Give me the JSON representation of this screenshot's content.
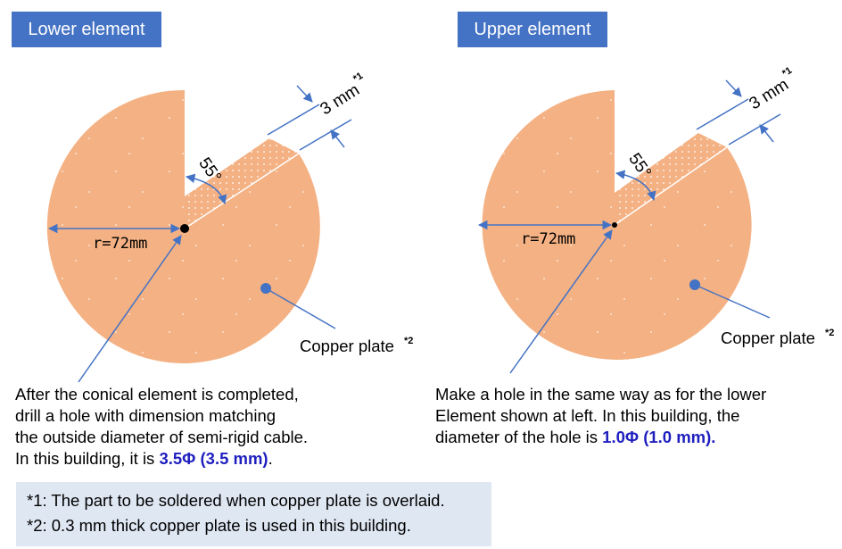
{
  "labels": {
    "lower_element": "Lower element",
    "upper_element": "Upper element"
  },
  "diagram": {
    "lower": {
      "radius": "r=72mm",
      "angle": "55°",
      "gap": "3 mm",
      "gap_note": "*1",
      "plate": "Copper plate",
      "plate_note": "*2"
    },
    "upper": {
      "radius": "r=72mm",
      "angle": "55°",
      "gap": "3 mm",
      "gap_note": "*1",
      "plate": "Copper plate",
      "plate_note": "*2"
    }
  },
  "left_text": {
    "line1": "After the conical element is completed,",
    "line2": "drill a hole with dimension matching",
    "line3": "the outside diameter of semi-rigid cable.",
    "line4_prefix": "In this building, it is ",
    "line4_highlight": "3.5Φ (3.5 mm)",
    "line4_suffix": "."
  },
  "right_text": {
    "line1": "Make a hole in the same way as for the lower",
    "line2": "Element shown at left. In this building, the",
    "line3_prefix": "diameter of the hole is ",
    "line3_highlight": "1.0Φ (1.0 mm)."
  },
  "notes": {
    "note1": "*1: The part to be soldered when copper plate is overlaid.",
    "note2": "*2: 0.3 mm thick copper plate is used in this building."
  },
  "colors": {
    "tag_bg": "#4472c4",
    "copper": "#f4b183",
    "arrow": "#4472c4",
    "highlight": "#1f1fbf",
    "note_bg": "#dfe7f3"
  }
}
